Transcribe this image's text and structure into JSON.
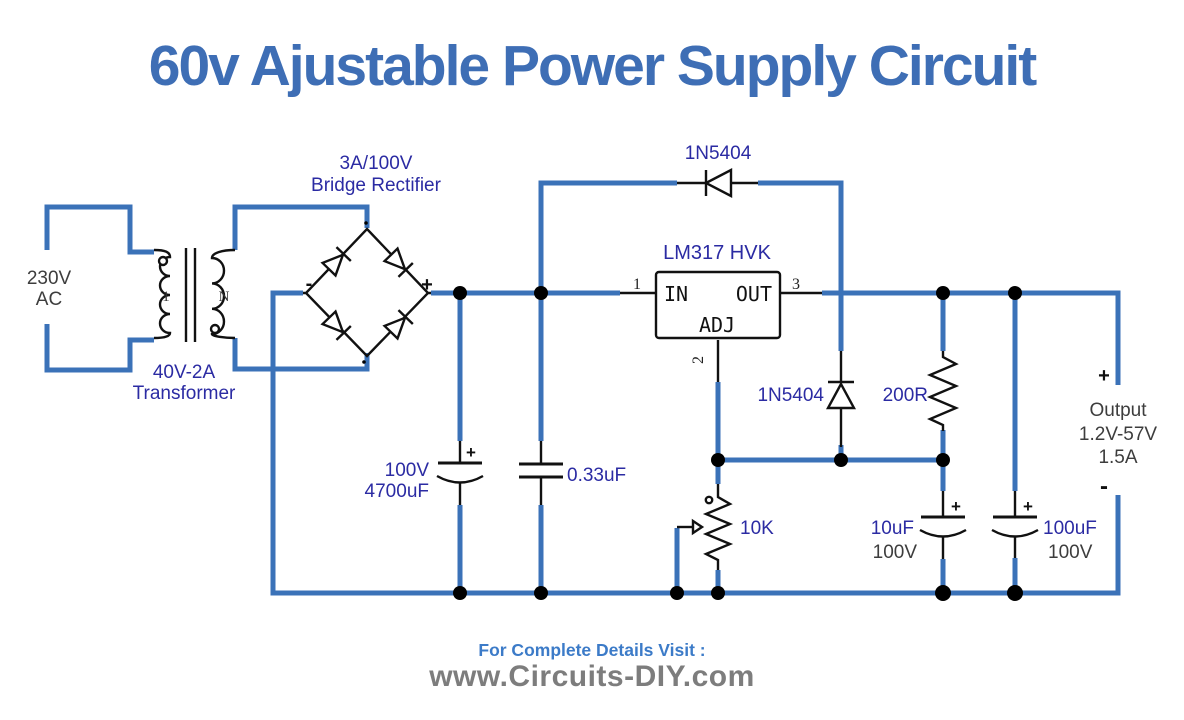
{
  "title": "60v Ajustable Power Supply Circuit",
  "colors": {
    "wire_blue": "#3b72b8",
    "component_black": "#111111",
    "label_blue": "#2b2ba3",
    "text_gray": "#3d3d3d",
    "title_blue": "#3e6eb5",
    "footer_blue": "#3c7bc8",
    "footer_gray": "#7d7d7d"
  },
  "ac_source": {
    "voltage": "230V",
    "type": "AC"
  },
  "transformer": {
    "rating": "40V-2A",
    "name": "Transformer",
    "primary_label": "1",
    "secondary_label": "N"
  },
  "bridge_rectifier": {
    "rating": "3A/100V",
    "name": "Bridge Rectifier",
    "minus": "-",
    "plus": "+"
  },
  "diode_d1": {
    "part": "1N5404"
  },
  "regulator": {
    "part": "LM317 HVK",
    "pin_in": "IN",
    "pin_out": "OUT",
    "pin_adj": "ADJ",
    "pin1": "1",
    "pin2": "2",
    "pin3": "3"
  },
  "cap_filter": {
    "voltage": "100V",
    "value": "4700uF",
    "plus": "+"
  },
  "cap_bypass": {
    "value": "0.33uF"
  },
  "diode_d2": {
    "part": "1N5404"
  },
  "resistor_r1": {
    "value": "200R"
  },
  "potentiometer": {
    "value": "10K"
  },
  "cap_adj": {
    "value": "10uF",
    "voltage": "100V",
    "plus": "+"
  },
  "cap_output": {
    "value": "100uF",
    "voltage": "100V",
    "plus": "+"
  },
  "output": {
    "plus": "+",
    "label": "Output",
    "voltage_range": "1.2V-57V",
    "current": "1.5A",
    "minus": "-"
  },
  "footer": {
    "heading": "For Complete Details Visit :",
    "website": "www.Circuits-DIY.com"
  }
}
